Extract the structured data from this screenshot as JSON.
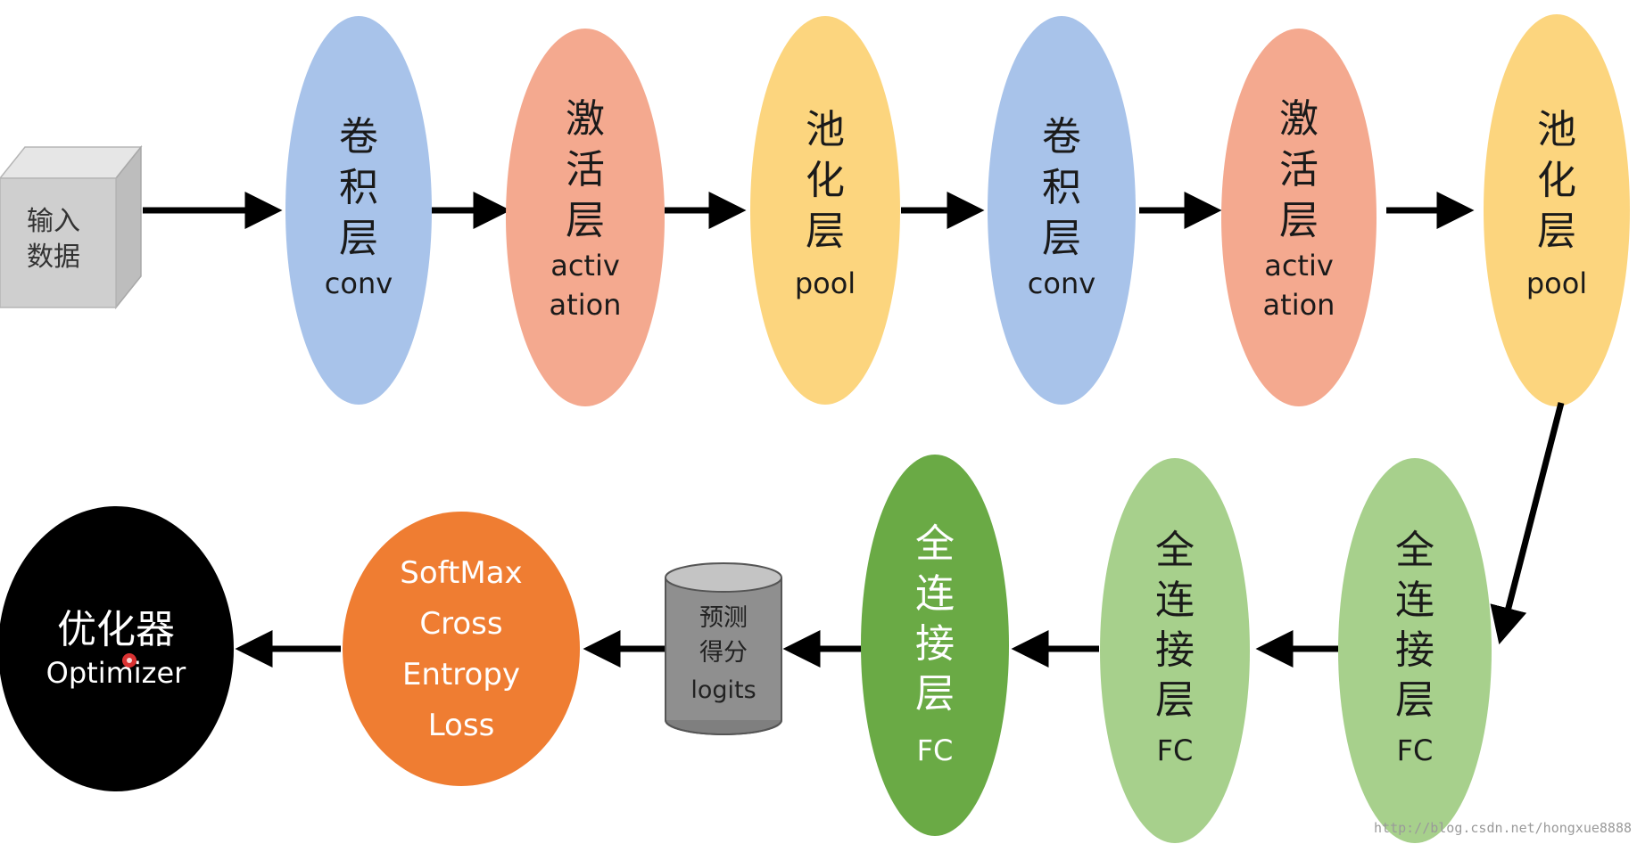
{
  "input": {
    "line1": "输入",
    "line2": "数据"
  },
  "top_row": [
    {
      "cn": [
        "卷",
        "积",
        "层"
      ],
      "en": [
        "conv"
      ],
      "color": "#a8c3ea"
    },
    {
      "cn": [
        "激",
        "活",
        "层"
      ],
      "en": [
        "activ",
        "ation"
      ],
      "color": "#f4a98f"
    },
    {
      "cn": [
        "池",
        "化",
        "层"
      ],
      "en": [
        "pool"
      ],
      "color": "#fcd57e"
    },
    {
      "cn": [
        "卷",
        "积",
        "层"
      ],
      "en": [
        "conv"
      ],
      "color": "#a8c3ea"
    },
    {
      "cn": [
        "激",
        "活",
        "层"
      ],
      "en": [
        "activ",
        "ation"
      ],
      "color": "#f4a98f"
    },
    {
      "cn": [
        "池",
        "化",
        "层"
      ],
      "en": [
        "pool"
      ],
      "color": "#fcd57e"
    }
  ],
  "fc_layers": [
    {
      "cn": [
        "全",
        "连",
        "接",
        "层"
      ],
      "en": "FC",
      "color": "#a7d08c"
    },
    {
      "cn": [
        "全",
        "连",
        "接",
        "层"
      ],
      "en": "FC",
      "color": "#a7d08c"
    },
    {
      "cn": [
        "全",
        "连",
        "接",
        "层"
      ],
      "en": "FC",
      "color": "#6aaa45"
    }
  ],
  "logits": {
    "line1": "预测",
    "line2": "得分",
    "line3": "logits",
    "color": "#8f8f8f"
  },
  "softmax": {
    "lines": [
      "SoftMax",
      "Cross",
      "Entropy",
      "Loss"
    ],
    "color": "#ef7d32"
  },
  "optimizer": {
    "cn": "优化器",
    "en": "Optimizer",
    "color": "#000000"
  },
  "watermark": "http://blog.csdn.net/hongxue8888"
}
